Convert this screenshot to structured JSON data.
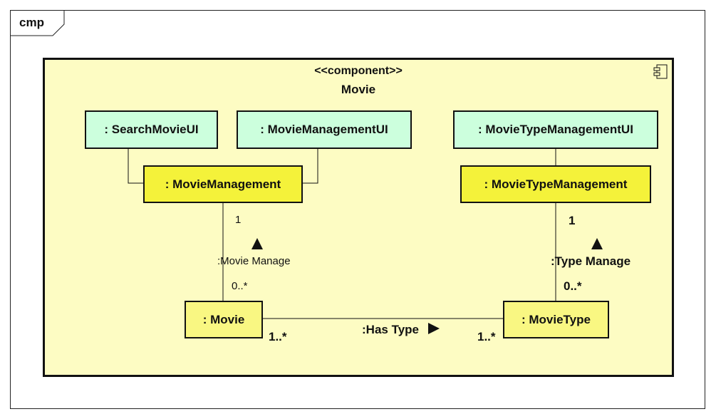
{
  "frame": {
    "label": "cmp"
  },
  "component": {
    "stereotype": "<<component>>",
    "name": "Movie",
    "icon": "component-icon"
  },
  "parts": {
    "search_ui": ": SearchMovieUI",
    "movie_mgmt_ui": ": MovieManagementUI",
    "movie_type_mgmt_ui": ": MovieTypeManagementUI",
    "movie_mgmt": ": MovieManagement",
    "movie_type_mgmt": ": MovieTypeManagement",
    "movie": ": Movie",
    "movie_type": ": MovieType"
  },
  "connectors": {
    "movie_manage": {
      "name": ":Movie Manage",
      "top_mult": "1",
      "bottom_mult": "0..*"
    },
    "type_manage": {
      "name": ":Type Manage",
      "top_mult": "1",
      "bottom_mult": "0..*"
    },
    "has_type": {
      "name": ":Has Type",
      "left_mult": "1..*",
      "right_mult": "1..*"
    }
  },
  "colors": {
    "ui_fill": "#ccffdd",
    "manager_fill": "#f4f23a",
    "entity_fill": "#f9f782",
    "component_fill": "#fdfcc3"
  }
}
